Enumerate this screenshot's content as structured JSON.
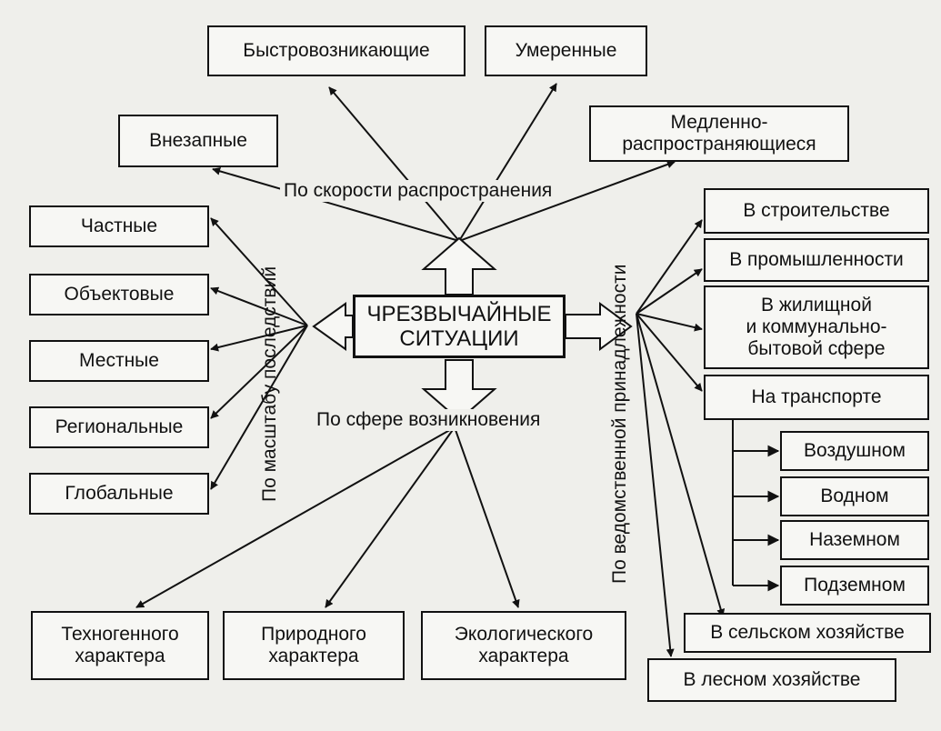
{
  "center": {
    "line1": "ЧРЕЗВЫЧАЙНЫЕ",
    "line2": "СИТУАЦИИ"
  },
  "speed": {
    "label": "По скорости распространения",
    "sudden": "Внезапные",
    "fast": "Быстровозникающие",
    "moderate": "Умеренные",
    "slow_line1": "Медленно-",
    "slow_line2": "распространяющиеся"
  },
  "scale": {
    "label": "По масштабу последствий",
    "private": "Частные",
    "object": "Объектовые",
    "local": "Местные",
    "regional": "Региональные",
    "global": "Глобальные"
  },
  "origin": {
    "label": "По сфере возникновения",
    "tech_line1": "Техногенного",
    "tech_line2": "характера",
    "natural_line1": "Природного",
    "natural_line2": "характера",
    "eco_line1": "Экологического",
    "eco_line2": "характера"
  },
  "departmental": {
    "label": "По ведомственной принадлежности",
    "construction": "В строительстве",
    "industry": "В промышленности",
    "housing_line1": "В жилищной",
    "housing_line2": "и коммунально-",
    "housing_line3": "бытовой сфере",
    "transport": "На транспорте",
    "air": "Воздушном",
    "water": "Водном",
    "ground": "Наземном",
    "underground": "Подземном",
    "agriculture": "В сельском хозяйстве",
    "forestry": "В лесном хозяйстве"
  },
  "colors": {
    "ink": "#111111",
    "paper": "#efefeb"
  }
}
